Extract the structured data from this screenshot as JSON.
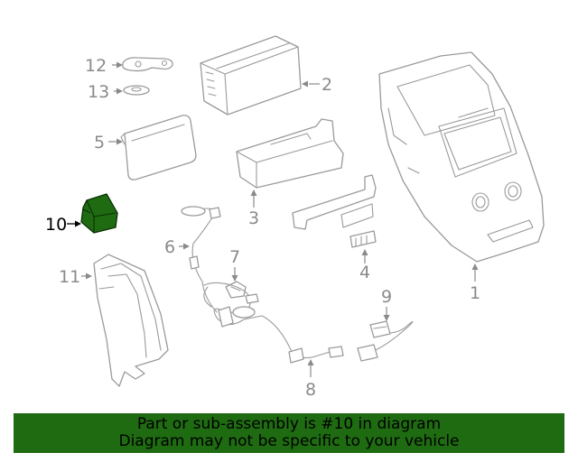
{
  "diagram": {
    "callouts": [
      {
        "id": "1",
        "label": "1"
      },
      {
        "id": "2",
        "label": "2"
      },
      {
        "id": "3",
        "label": "3"
      },
      {
        "id": "4",
        "label": "4"
      },
      {
        "id": "5",
        "label": "5"
      },
      {
        "id": "6",
        "label": "6"
      },
      {
        "id": "7",
        "label": "7"
      },
      {
        "id": "8",
        "label": "8"
      },
      {
        "id": "9",
        "label": "9"
      },
      {
        "id": "10",
        "label": "10"
      },
      {
        "id": "11",
        "label": "11"
      },
      {
        "id": "12",
        "label": "12"
      },
      {
        "id": "13",
        "label": "13"
      }
    ],
    "highlighted_part": "10",
    "highlight_color": "#1f6b12",
    "line_color": "#9a9a9a"
  },
  "banner": {
    "line1": "Part or sub-assembly is #10 in diagram",
    "line2": "Diagram may not be specific to your vehicle",
    "background": "#1f6b12"
  }
}
